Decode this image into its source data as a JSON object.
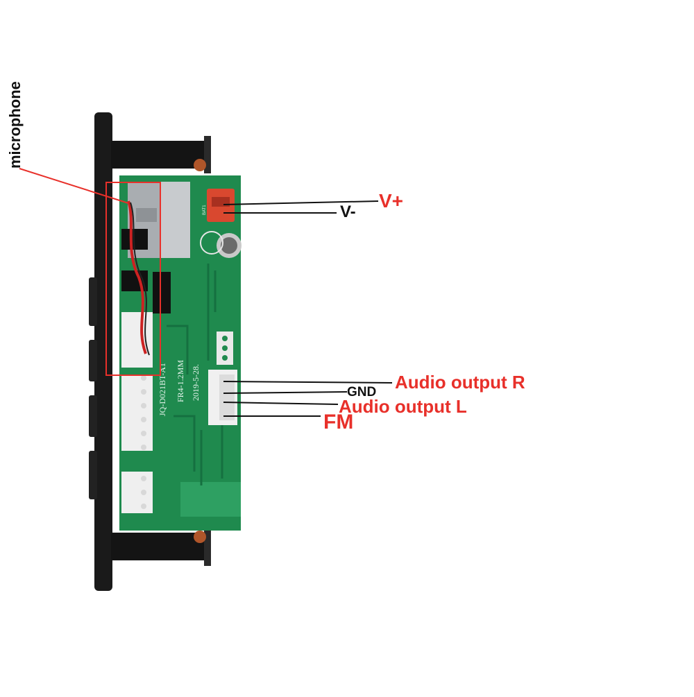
{
  "labels": {
    "microphone": "microphone",
    "v_plus": "V+",
    "v_minus": "V-",
    "gnd": "GND",
    "audio_r": "Audio output R",
    "audio_l": "Audio output L",
    "fm": "FM"
  },
  "board": {
    "silkscreen_model": "JQ-D021BT-A1",
    "silkscreen_material": "FR4-1.2MM",
    "silkscreen_date": "2019-5-28.",
    "battery_marking": "BAT1"
  },
  "colors": {
    "pcb": "#1f8a4e",
    "pcb_dark": "#157040",
    "faceplate": "#1a1a1a",
    "accent_red": "#e8302a",
    "connector_red": "#d9482f"
  }
}
